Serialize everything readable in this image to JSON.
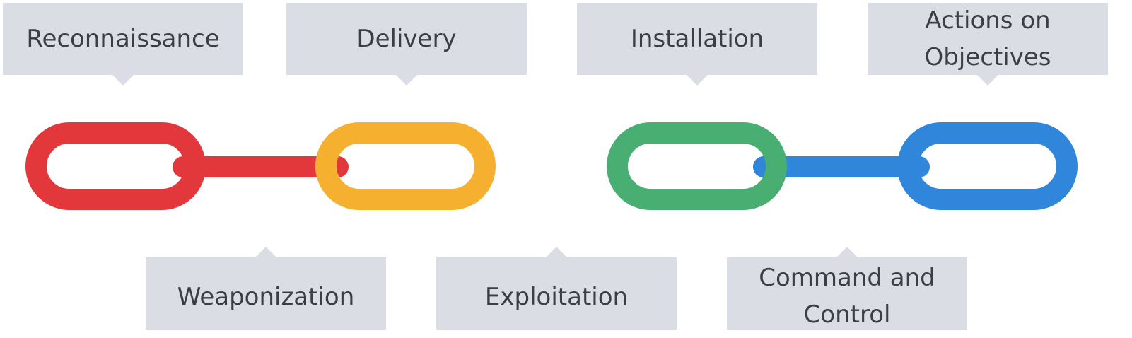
{
  "stages": [
    {
      "key": "reconnaissance",
      "lines": [
        "Reconnaissance"
      ],
      "position": "top"
    },
    {
      "key": "weaponization",
      "lines": [
        "Weaponization"
      ],
      "position": "bottom"
    },
    {
      "key": "delivery",
      "lines": [
        "Delivery"
      ],
      "position": "top"
    },
    {
      "key": "exploitation",
      "lines": [
        "Exploitation"
      ],
      "position": "bottom"
    },
    {
      "key": "installation",
      "lines": [
        "Installation"
      ],
      "position": "top"
    },
    {
      "key": "command-and-control",
      "lines": [
        "Command and",
        "Control"
      ],
      "position": "bottom"
    },
    {
      "key": "actions-on-objectives",
      "lines": [
        "Actions on",
        "Objectives"
      ],
      "position": "top"
    }
  ],
  "colors": {
    "red": "#e2383c",
    "yellow": "#f6b030",
    "green": "#48ae72",
    "lime": "#79b548",
    "blue": "#2f86db",
    "callout": "#dadde3",
    "text": "#3b3f44"
  }
}
